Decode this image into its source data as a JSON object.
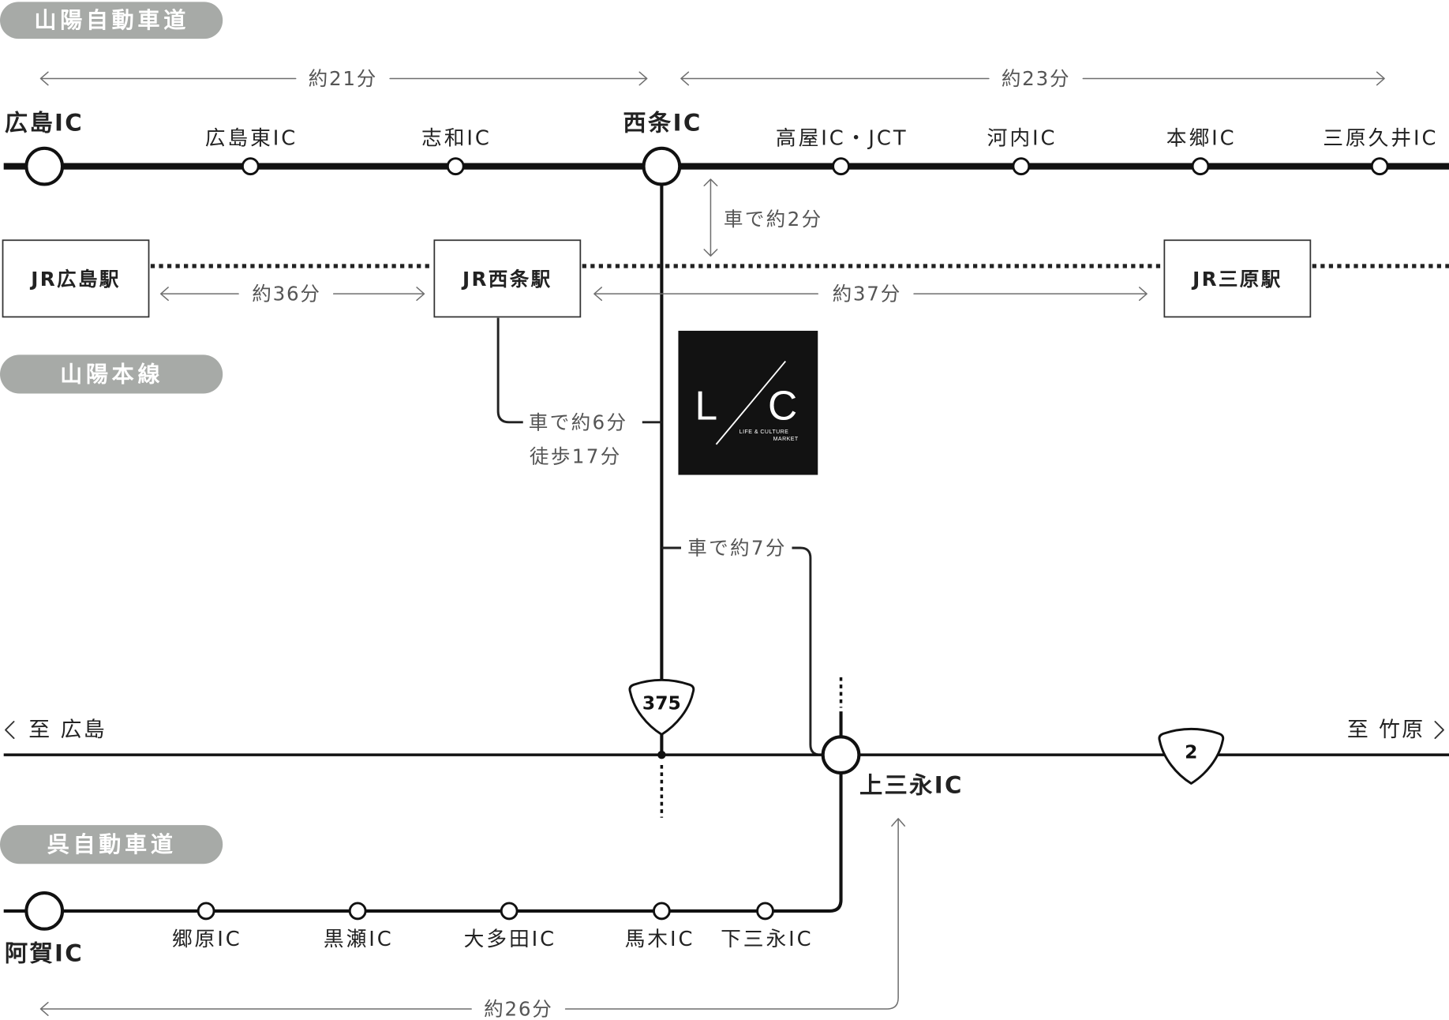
{
  "colors": {
    "line": "#111111",
    "pill": "#a7aaa7",
    "pill_text": "#ffffff",
    "annotation": "#6f6f6f",
    "text": "#222222",
    "logo_background": "#121212"
  },
  "icons": {
    "direction_west": "chevron-left-icon",
    "direction_east": "chevron-right-icon",
    "national_route": "route-shield-icon",
    "interchange": "interchange-circle-icon"
  },
  "sanyo_expressway": {
    "label": "山陽自動車道",
    "interchanges": [
      "広島IC",
      "広島東IC",
      "志和IC",
      "西条IC",
      "高屋IC・JCT",
      "河内IC",
      "本郷IC",
      "三原久井IC"
    ],
    "travel_times": [
      "約21分",
      "約23分"
    ]
  },
  "saijo_ic_to_station": "車で約2分",
  "sanyo_line": {
    "label": "山陽本線",
    "stations": [
      "JR広島駅",
      "JR西条駅",
      "JR三原駅"
    ],
    "travel_times": [
      "約36分",
      "約37分"
    ]
  },
  "access_from_jr_saijo": [
    "車で約6分",
    "徒歩17分"
  ],
  "access_to_kamimie_ic": "車で約7分",
  "logo": {
    "mark": [
      "L",
      "C"
    ],
    "tagline": [
      "LIFE & CULTURE",
      "MARKET"
    ]
  },
  "national_road": {
    "route_numbers": [
      "375",
      "2"
    ],
    "toward_west": "至 広島",
    "toward_east": "至 竹原",
    "interchange": "上三永IC"
  },
  "kure_expressway": {
    "label": "呉自動車道",
    "interchanges": [
      "阿賀IC",
      "郷原IC",
      "黒瀬IC",
      "大多田IC",
      "馬木IC",
      "下三永IC"
    ],
    "travel_time": "約26分"
  }
}
